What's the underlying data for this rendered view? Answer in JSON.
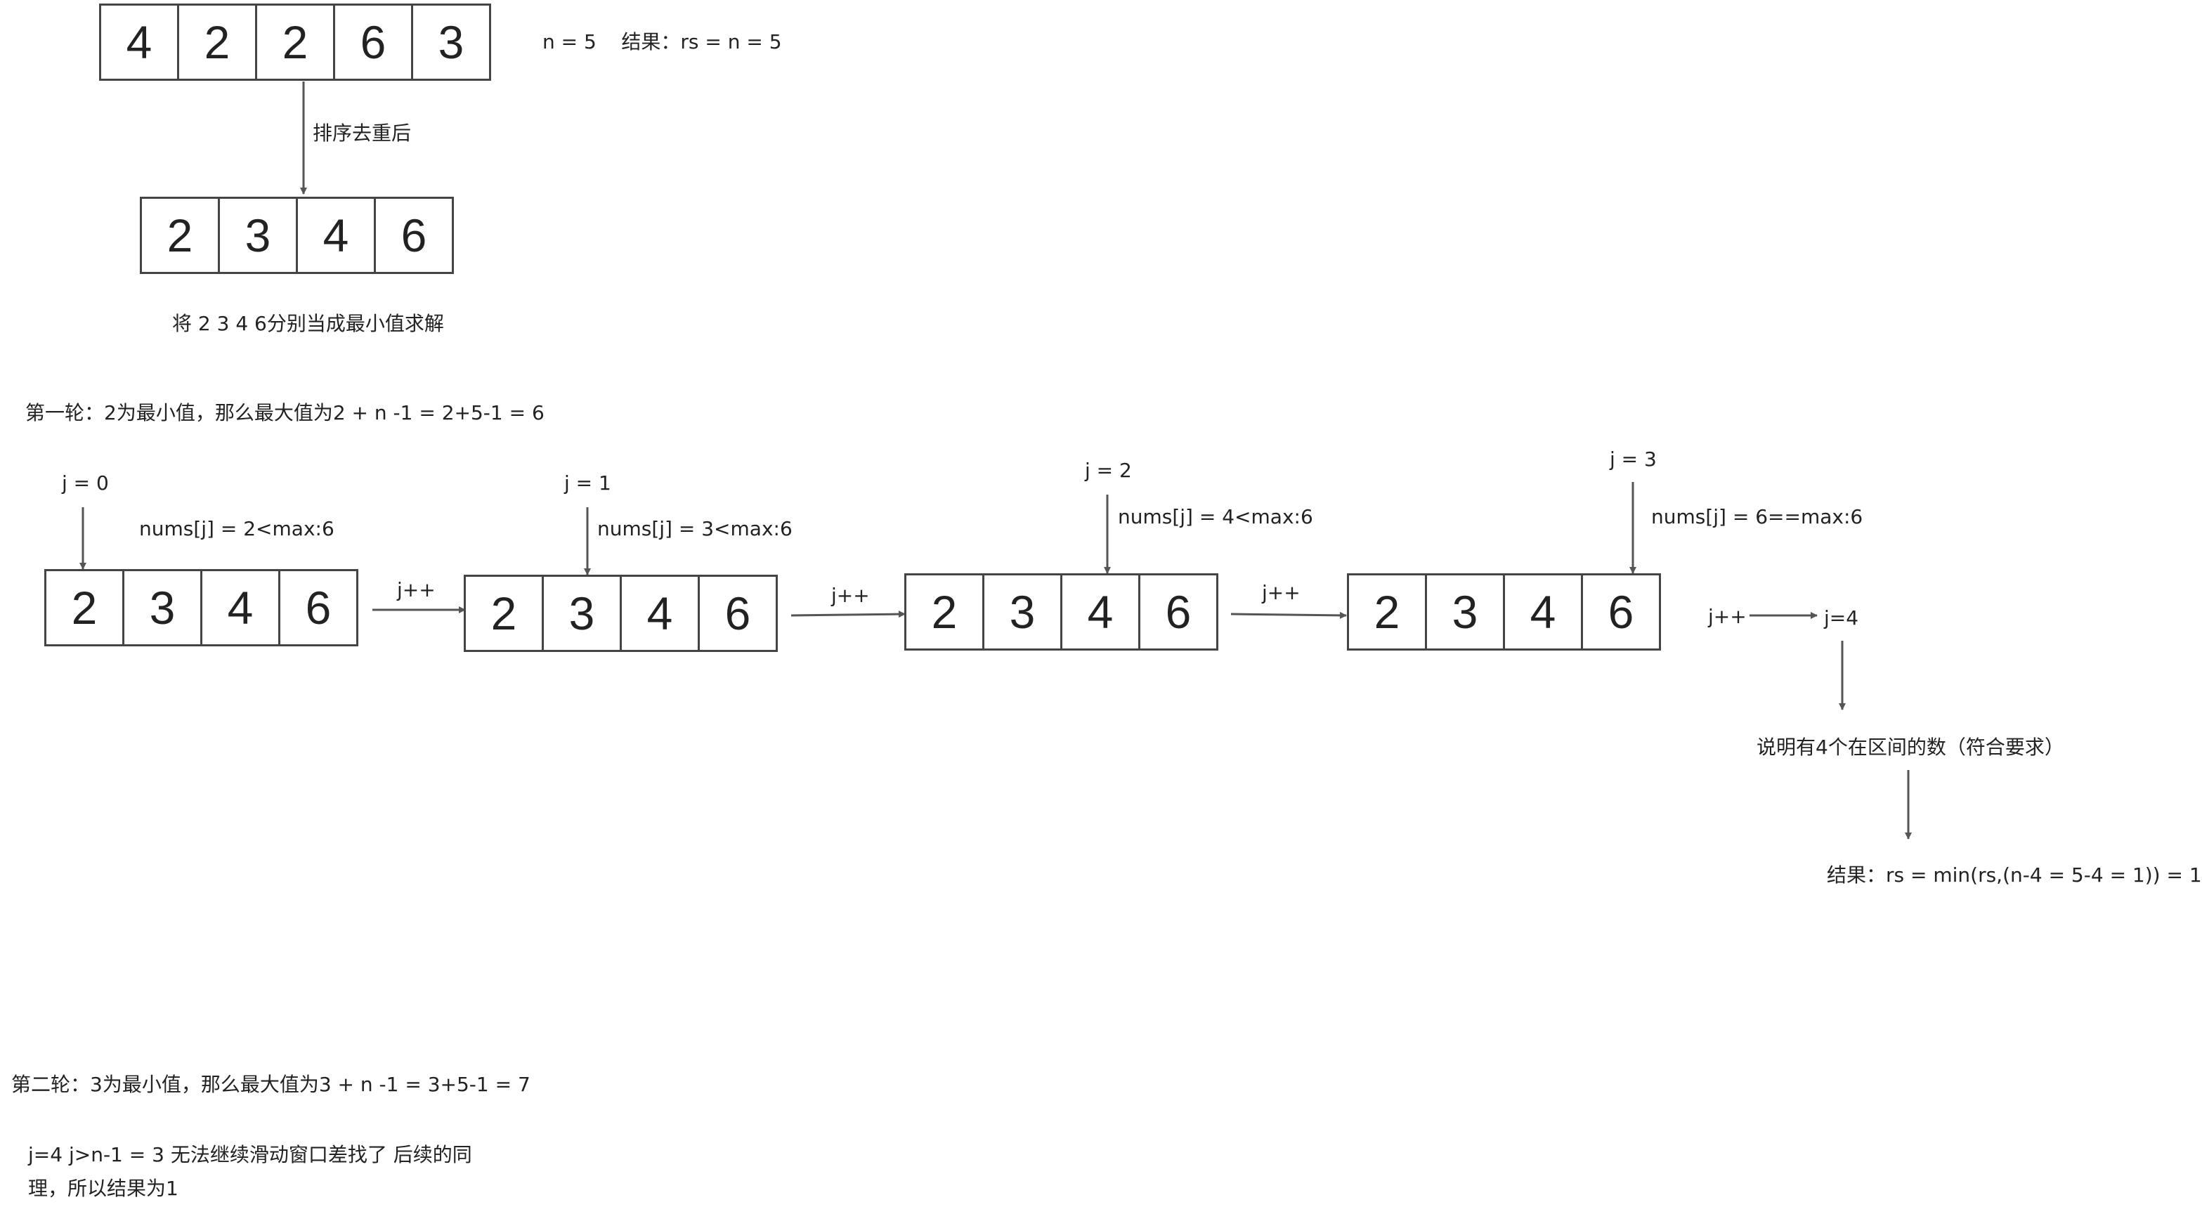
{
  "original": {
    "values": [
      "4",
      "2",
      "2",
      "6",
      "3"
    ],
    "note": "n = 5    结果：rs = n = 5"
  },
  "sort_label": "排序去重后",
  "sorted": {
    "values": [
      "2",
      "3",
      "4",
      "6"
    ]
  },
  "each_min_note": "将 2 3 4 6分别当成最小值求解",
  "round1": {
    "title": "第一轮：2为最小值，那么最大值为2 + n -1 = 2+5-1 = 6",
    "steps": [
      {
        "j": "j = 0",
        "cmp": "nums[j] = 2<max:6",
        "values": [
          "2",
          "3",
          "4",
          "6"
        ]
      },
      {
        "j": "j = 1",
        "cmp": "nums[j] = 3<max:6",
        "values": [
          "2",
          "3",
          "4",
          "6"
        ]
      },
      {
        "j": "j = 2",
        "cmp": "nums[j] = 4<max:6",
        "values": [
          "2",
          "3",
          "4",
          "6"
        ]
      },
      {
        "j": "j = 3",
        "cmp": "nums[j] = 6==max:6",
        "values": [
          "2",
          "3",
          "4",
          "6"
        ]
      }
    ],
    "step_labels": [
      "j++",
      "j++",
      "j++",
      "j++"
    ],
    "end_j": "j=4",
    "explain": "说明有4个在区间的数（符合要求）",
    "result": "结果：rs = min(rs,(n-4 = 5-4 = 1)) = 1"
  },
  "round2": {
    "title": "第二轮：3为最小值，那么最大值为3 + n -1 = 3+5-1 = 7",
    "note_line1": "j=4 j>n-1 = 3 无法继续滑动窗口差找了 后续的同",
    "note_line2": "理，所以结果为1"
  }
}
